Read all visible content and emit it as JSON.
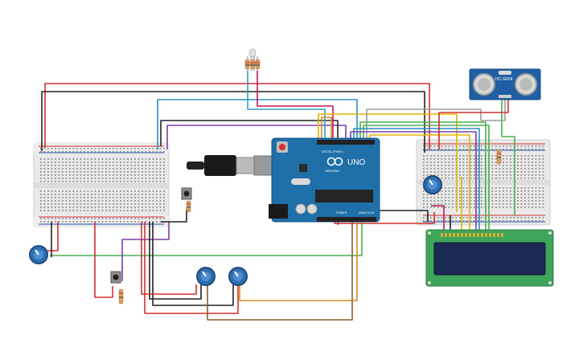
{
  "board": {
    "brand_text": "UNO",
    "maker_text": "ARDUINO",
    "digital_label": "DIGITAL (PWM~)",
    "power_label": "POWER",
    "analog_label": "ANALOG IN"
  },
  "sensor": {
    "model_text": "HC-SR04"
  },
  "colors": {
    "wire_red": "#d32f2f",
    "wire_black": "#222222",
    "wire_blue": "#2b8fc4",
    "wire_purple": "#7b3fa6",
    "wire_green": "#4caf50",
    "wire_yellow": "#e0b400",
    "wire_orange": "#d98a1c",
    "wire_brown": "#8a5a2b",
    "wire_pink": "#c2185b",
    "wire_gray": "#9e9e9e",
    "arduino_blue": "#1f6fa8",
    "lcd_green": "#3fa55a",
    "lcd_screen": "#1c2a55",
    "breadboard": "#e8e8e8",
    "pot_blue": "#2f6fb0"
  }
}
